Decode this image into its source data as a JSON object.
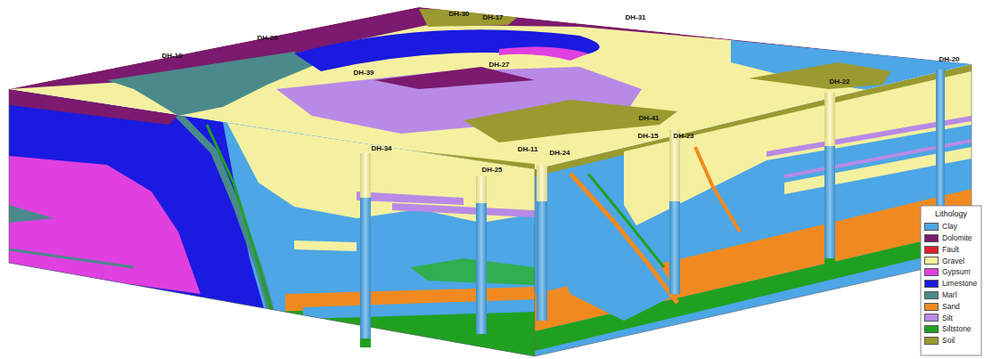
{
  "diagram": {
    "labels": [
      "DH-30",
      "DH-17",
      "DH-31",
      "DH-29",
      "DH-19",
      "DH-39",
      "DH-27",
      "DH-41",
      "DH-22",
      "DH-20",
      "DH-15",
      "DH-23",
      "DH-34",
      "DH-11",
      "DH-24",
      "DH-25",
      "Lithology"
    ],
    "legend": [
      {
        "text": "Clay",
        "color": "#4da6e6"
      },
      {
        "text": "Dolomite",
        "color": "#7b1a6e"
      },
      {
        "text": "Fault",
        "color": "#e0202a"
      },
      {
        "text": "Gravel",
        "color": "#f5f0a0"
      },
      {
        "text": "Gypsum",
        "color": "#e040e0"
      },
      {
        "text": "Limestone",
        "color": "#1a1ae0"
      },
      {
        "text": "Marl",
        "color": "#4a8a8a"
      },
      {
        "text": "Sand",
        "color": "#f08a20"
      },
      {
        "text": "Silt",
        "color": "#b88ae6"
      },
      {
        "text": "Siltstone",
        "color": "#20a020"
      },
      {
        "text": "Soil",
        "color": "#9a9a30"
      }
    ]
  }
}
